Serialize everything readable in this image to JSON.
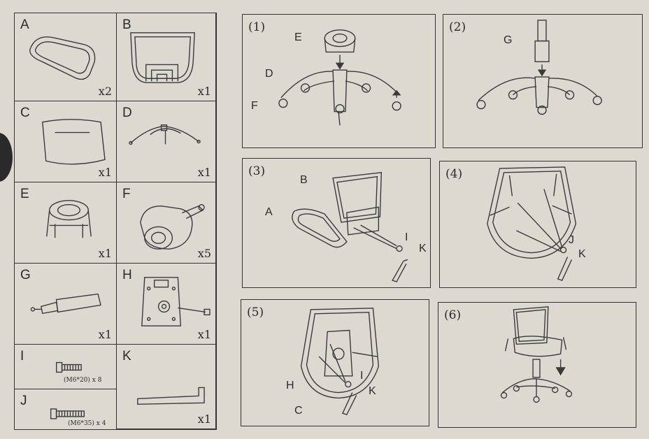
{
  "parts": [
    {
      "letter": "A",
      "qty": "x2"
    },
    {
      "letter": "B",
      "qty": "x1"
    },
    {
      "letter": "C",
      "qty": "x1"
    },
    {
      "letter": "D",
      "qty": "x1"
    },
    {
      "letter": "E",
      "qty": "x1"
    },
    {
      "letter": "F",
      "qty": "x5"
    },
    {
      "letter": "G",
      "qty": "x1"
    },
    {
      "letter": "H",
      "qty": "x1"
    },
    {
      "letter": "I",
      "qty": "(M6*20) x 8"
    },
    {
      "letter": "J",
      "qty": "(M6*35) x 4"
    },
    {
      "letter": "K",
      "qty": "x1"
    }
  ],
  "steps": [
    {
      "num": "(1)",
      "labels": [
        "E",
        "D",
        "F"
      ]
    },
    {
      "num": "(2)",
      "labels": [
        "G"
      ]
    },
    {
      "num": "(3)",
      "labels": [
        "B",
        "A",
        "I",
        "K"
      ]
    },
    {
      "num": "(4)",
      "labels": [
        "J",
        "K"
      ]
    },
    {
      "num": "(5)",
      "labels": [
        "H",
        "I",
        "K",
        "C"
      ]
    },
    {
      "num": "(6)",
      "labels": []
    }
  ]
}
